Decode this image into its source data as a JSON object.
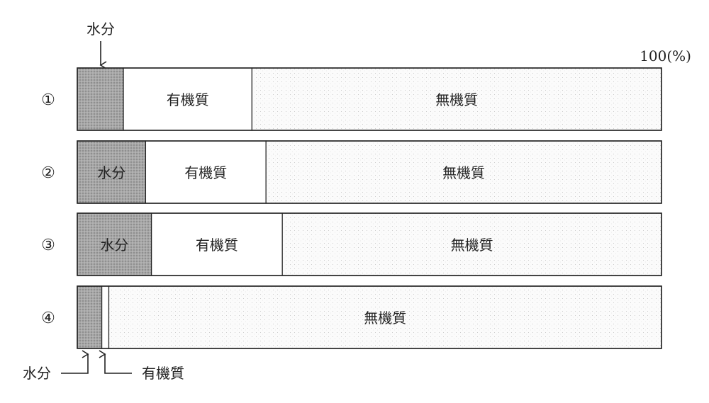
{
  "chart_data": {
    "type": "bar",
    "orientation": "horizontal",
    "stacked": true,
    "scale_label": "100(%)",
    "components": [
      "水分",
      "有機質",
      "無機質"
    ],
    "rows": [
      {
        "label": "①",
        "values": [
          7.9,
          22.0,
          70.1
        ]
      },
      {
        "label": "②",
        "values": [
          11.7,
          20.6,
          67.7
        ]
      },
      {
        "label": "③",
        "values": [
          12.7,
          22.4,
          64.9
        ]
      },
      {
        "label": "④",
        "values": [
          4.2,
          1.2,
          94.6
        ]
      }
    ],
    "annotations": {
      "top_water": "水分",
      "bottom_water": "水分",
      "bottom_organic": "有機質"
    },
    "colors": {
      "water": "#a9a9a9",
      "organic": "#ffffff",
      "inorganic": "#f4f4f4",
      "outline": "#222222"
    }
  }
}
